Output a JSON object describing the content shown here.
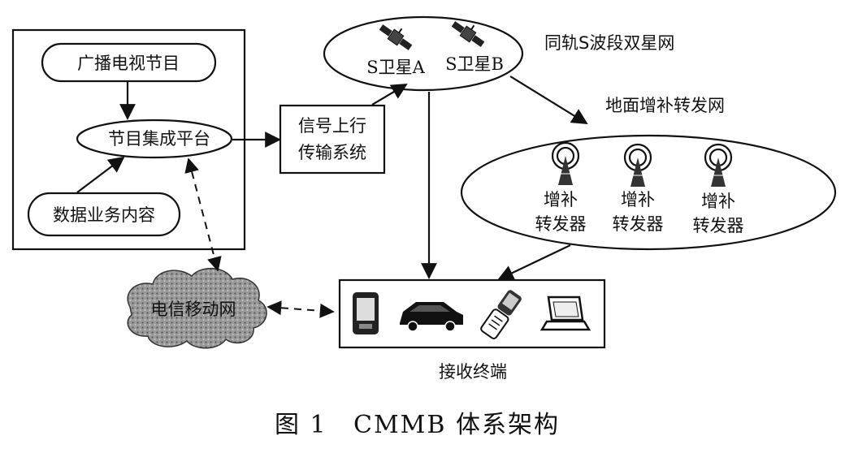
{
  "source_box": {
    "broadcast": "广播电视节目",
    "platform": "节目集成平台",
    "data_service": "数据业务内容"
  },
  "uplink": {
    "line1": "信号上行",
    "line2": "传输系统"
  },
  "satellite_network": {
    "sat_a": "S卫星A",
    "sat_b": "S卫星B",
    "label": "同轨S波段双星网"
  },
  "ground_network": {
    "label": "地面增补转发网",
    "repeaters": [
      {
        "line1": "增补",
        "line2": "转发器"
      },
      {
        "line1": "增补",
        "line2": "转发器"
      },
      {
        "line1": "增补",
        "line2": "转发器"
      }
    ]
  },
  "mobile_network": {
    "label": "电信移动网"
  },
  "terminals": {
    "label": "接收终端"
  },
  "caption": {
    "fig_num": "图 1",
    "title": "CMMB 体系架构"
  }
}
